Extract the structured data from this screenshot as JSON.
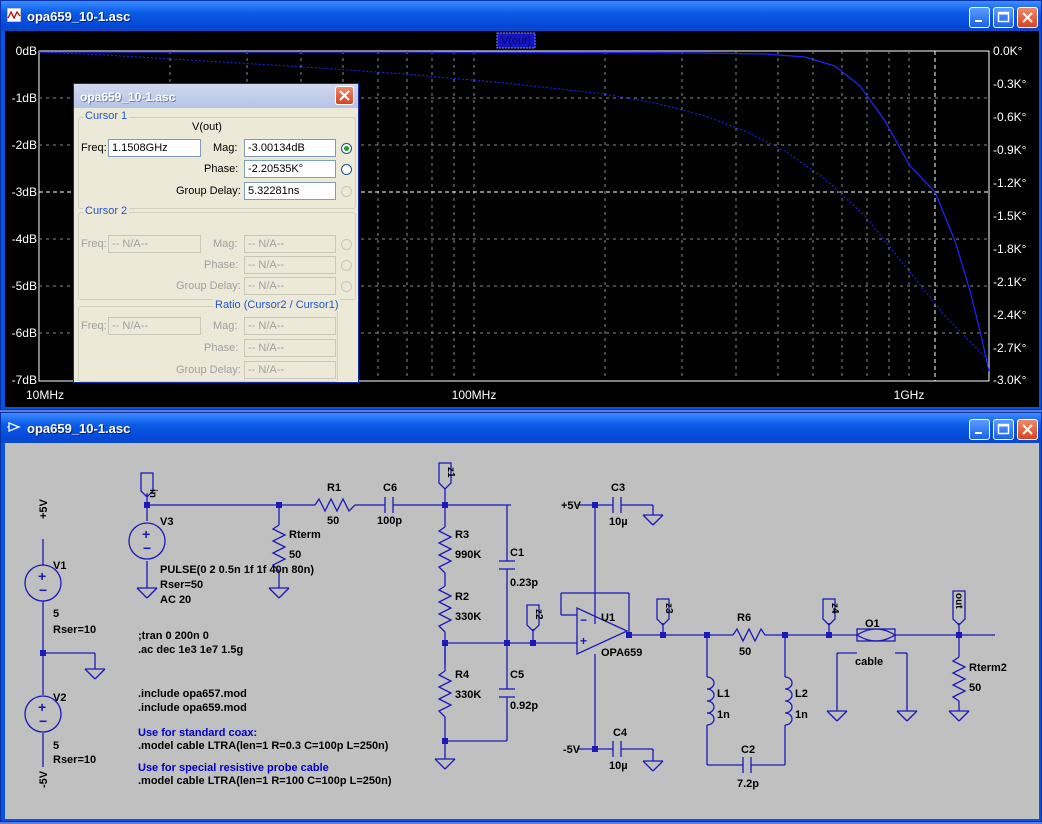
{
  "plot_window": {
    "title": "opa659_10-1.asc",
    "trace_label": "V(out)",
    "y_left_ticks": [
      "0dB",
      "-1dB",
      "-2dB",
      "-3dB",
      "-4dB",
      "-5dB",
      "-6dB",
      "-7dB"
    ],
    "y_right_ticks": [
      "0.0K°",
      "-0.3K°",
      "-0.6K°",
      "-0.9K°",
      "-1.2K°",
      "-1.5K°",
      "-1.8K°",
      "-2.1K°",
      "-2.4K°",
      "-2.7K°",
      "-3.0K°"
    ],
    "x_ticks": [
      "10MHz",
      "100MHz",
      "1GHz"
    ],
    "colors": {
      "background": "#000000",
      "trace": "#2020ff",
      "grid": "#808080",
      "axis_text": "#ffffff"
    }
  },
  "cursor_dialog": {
    "title": "opa659_10-1.asc",
    "cursor1": {
      "group_label": "Cursor 1",
      "trace": "V(out)",
      "freq_label": "Freq:",
      "freq_value": "1.1508GHz",
      "mag_label": "Mag:",
      "mag_value": "-3.00134dB",
      "phase_label": "Phase:",
      "phase_value": "-2.20535K°",
      "gd_label": "Group Delay:",
      "gd_value": "5.32281ns"
    },
    "cursor2": {
      "group_label": "Cursor 2",
      "freq_label": "Freq:",
      "freq_value": "-- N/A--",
      "mag_label": "Mag:",
      "mag_value": "-- N/A--",
      "phase_label": "Phase:",
      "phase_value": "-- N/A--",
      "gd_label": "Group Delay:",
      "gd_value": "-- N/A--"
    },
    "ratio": {
      "group_label": "Ratio (Cursor2 / Cursor1)",
      "freq_label": "Freq:",
      "freq_value": "-- N/A--",
      "mag_label": "Mag:",
      "mag_value": "-- N/A--",
      "phase_label": "Phase:",
      "phase_value": "-- N/A--",
      "gd_label": "Group Delay:",
      "gd_value": "-- N/A--"
    }
  },
  "schematic_window": {
    "title": "opa659_10-1.asc",
    "colors": {
      "background": "#c0c0c0",
      "wire": "#1a1ab8",
      "text": "#000000",
      "comment": "#0000cc"
    },
    "labels": {
      "plus5v": "+5V",
      "v1": "V1",
      "v1_val": "5",
      "v1_rser": "Rser=10",
      "v2": "V2",
      "v2_val": "5",
      "v2_rser": "Rser=10",
      "minus5v": "-5V",
      "v3": "V3",
      "in_flag": "in",
      "v3_pulse": "PULSE(0 2 0.5n 1f 1f 40n 80n)",
      "v3_rser": "Rser=50",
      "v3_ac": "AC 20",
      "r1": "R1",
      "r1_val": "50",
      "c6": "C6",
      "c6_val": "100p",
      "rterm": "Rterm",
      "rterm_val": "50",
      "z1": "z1",
      "r3": "R3",
      "r3_val": "990K",
      "c1": "C1",
      "c1_val": "0.23p",
      "r2": "R2",
      "r2_val": "330K",
      "r4": "R4",
      "r4_val": "330K",
      "c5": "C5",
      "c5_val": "0.92p",
      "z2": "z2",
      "tran": ";tran 0 200n 0",
      "ac": ".ac dec 1e3 1e7 1.5g",
      "inc1": ".include opa657.mod",
      "inc2": ".include opa659.mod",
      "comment1": "Use for standard coax:",
      "model1": ".model cable LTRA(len=1 R=0.3 C=100p L=250n)",
      "comment2": "Use for special resistive probe cable",
      "model2": ".model cable LTRA(len=1 R=100 C=100p L=250n)",
      "op_plus5v": "+5V",
      "c3": "C3",
      "c3_val": "10µ",
      "u1": "U1",
      "u1_val": "OPA659",
      "op_minus5v": "-5V",
      "c4": "C4",
      "c4_val": "10µ",
      "z3": "z3",
      "r6": "R6",
      "r6_val": "50",
      "l1": "L1",
      "l1_val": "1n",
      "l2": "L2",
      "l2_val": "1n",
      "c2": "C2",
      "c2_val": "7.2p",
      "z4": "z4",
      "o1": "O1",
      "o1_val": "cable",
      "out_flag": "out",
      "rterm2": "Rterm2",
      "rterm2_val": "50"
    }
  }
}
